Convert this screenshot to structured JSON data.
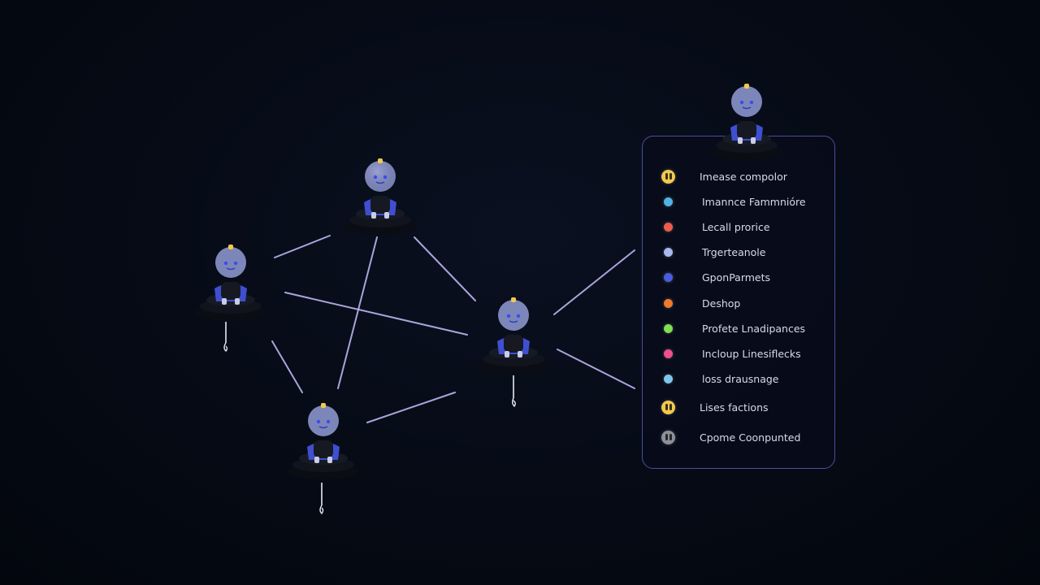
{
  "colors": {
    "background": "#050a14",
    "link": "#b9b6f0",
    "panel_border": "#4a4e9a",
    "robot_head": "#7d86b8",
    "robot_accent": "#3f4fd0",
    "robot_beacon": "#f2c94c"
  },
  "nodes": [
    {
      "id": "robot-top",
      "icon": "robot-icon"
    },
    {
      "id": "robot-left",
      "icon": "robot-icon"
    },
    {
      "id": "robot-center",
      "icon": "robot-icon"
    },
    {
      "id": "robot-bottom",
      "icon": "robot-icon"
    },
    {
      "id": "robot-panel",
      "icon": "robot-icon"
    }
  ],
  "legend": {
    "items": [
      {
        "label": "Imease compolor",
        "color": "#f2c94c",
        "style": "big"
      },
      {
        "label": "Imannce Fammnióre",
        "color": "#4fb3e8",
        "style": "dot"
      },
      {
        "label": "Lecall prorice",
        "color": "#ef5b4c",
        "style": "dot"
      },
      {
        "label": "Trgerteanole",
        "color": "#a9b8f0",
        "style": "dot"
      },
      {
        "label": "GponParmets",
        "color": "#4a5ce0",
        "style": "dot"
      },
      {
        "label": "Deshop",
        "color": "#f07a2a",
        "style": "dot"
      },
      {
        "label": "Profete Lnadipances",
        "color": "#7ee04f",
        "style": "dot"
      },
      {
        "label": "Incloup Linesiflecks",
        "color": "#ef4f8c",
        "style": "dot"
      },
      {
        "label": "loss drausnage",
        "color": "#7fc6ec",
        "style": "dot"
      },
      {
        "label": "Lises factions",
        "color": "#f2c94c",
        "style": "big"
      },
      {
        "label": "Cpome Coonpunted",
        "color": "#8d8f99",
        "style": "big"
      }
    ]
  }
}
